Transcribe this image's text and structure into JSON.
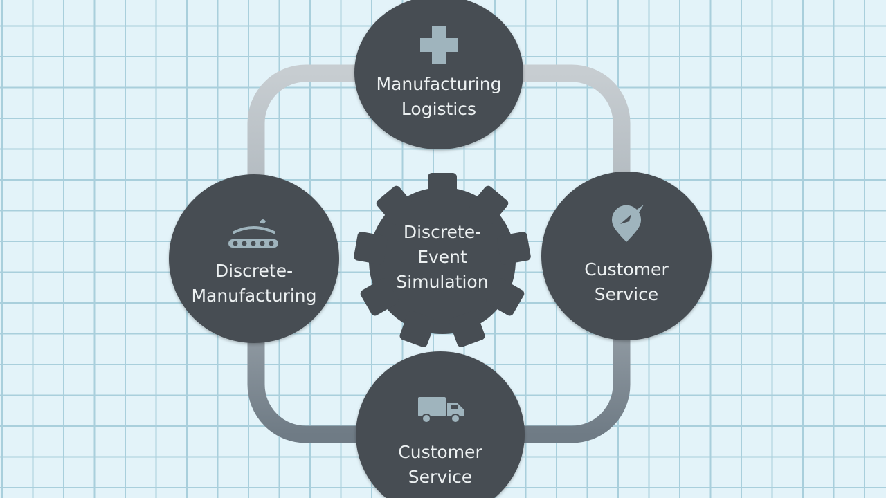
{
  "nodes": {
    "top": {
      "line1": "Manufacturing",
      "line2": "Logistics",
      "icon": "plus-icon"
    },
    "left": {
      "line1": "Discrete-",
      "line2": "Manufacturing",
      "icon": "conveyor-icon"
    },
    "right": {
      "line1": "Customer",
      "line2": "Service",
      "icon": "compass-pin-icon"
    },
    "bottom": {
      "line1": "Customer",
      "line2": "Service",
      "icon": "truck-icon"
    }
  },
  "center": {
    "line1": "Discrete-",
    "line2": "Event",
    "line3": "Simulation",
    "icon": "gear-icon"
  },
  "colors": {
    "background": "#e3f3f9",
    "grid": "#a9cfdc",
    "node_fill": "#474d53",
    "connector_top": "#c7cdd1",
    "connector_bottom": "#6f7b85",
    "text": "#ecf0f1",
    "icon": "#9fb4bd"
  }
}
